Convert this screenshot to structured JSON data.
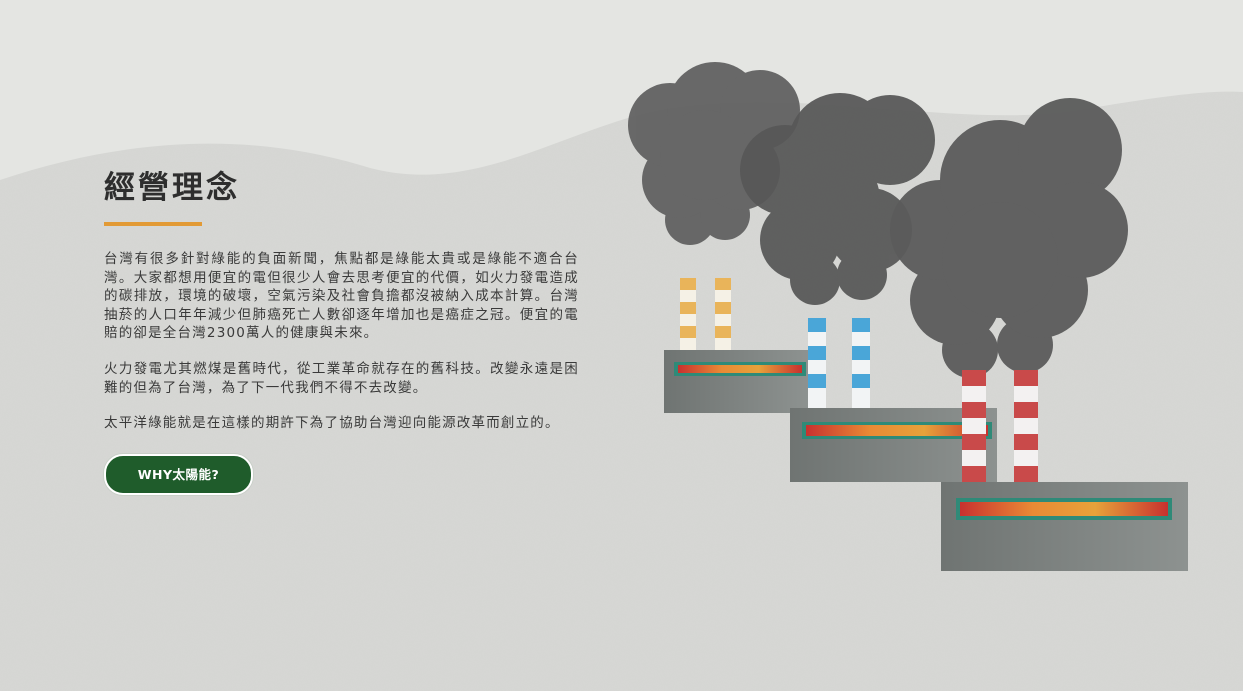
{
  "section": {
    "title": "經營理念",
    "paragraphs": [
      "台灣有很多針對綠能的負面新聞，焦點都是綠能太貴或是綠能不適合台灣。大家都想用便宜的電但很少人會去思考便宜的代價，如火力發電造成的碳排放，環境的破壞，空氣污染及社會負擔都沒被納入成本計算。台灣抽菸的人口年年減少但肺癌死亡人數卻逐年增加也是癌症之冠。便宜的電賠的卻是全台灣2300萬人的健康與未來。",
      "火力發電尤其燃煤是舊時代，從工業革命就存在的舊科技。改變永遠是困難的但為了台灣，為了下一代我們不得不去改變。",
      "太平洋綠能就是在這樣的期許下為了協助台灣迎向能源改革而創立的。"
    ],
    "cta_label": "WHY太陽能?"
  },
  "colors": {
    "accent": "#e29a35",
    "cta_bg": "#1f5c2b",
    "background": "#e4e5e2",
    "smoke": "#5b5b5b",
    "factory": "#7f8482"
  },
  "illustration": {
    "subject": "coal-power-plants-with-smoke",
    "chimney_color_sets": [
      "yellow-white",
      "blue-white",
      "red-white"
    ]
  }
}
